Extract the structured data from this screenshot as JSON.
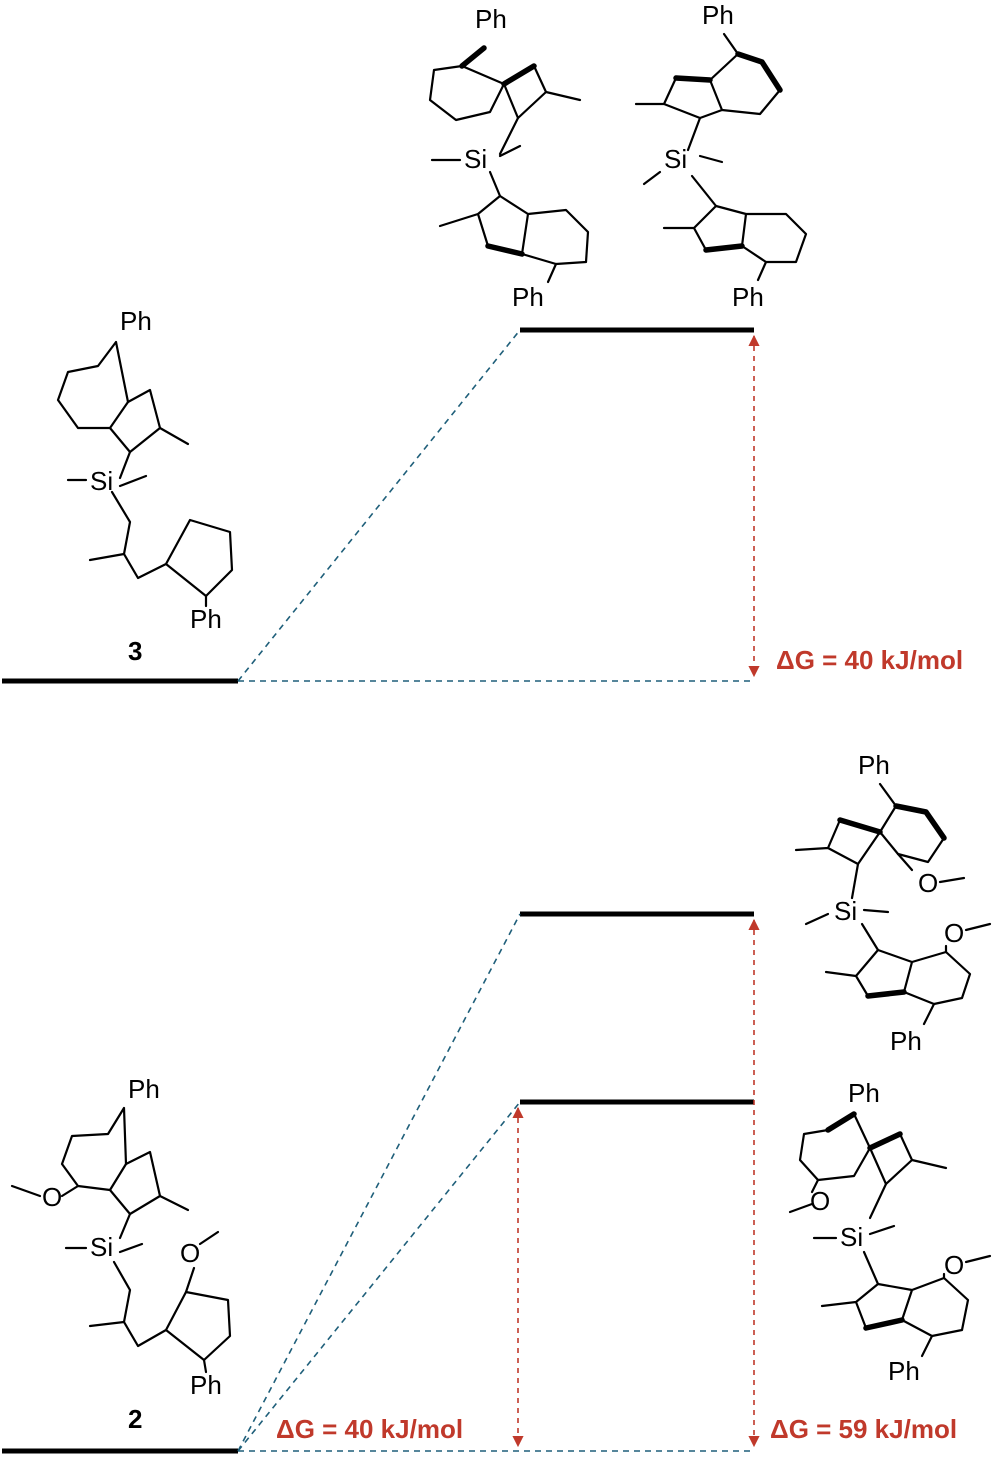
{
  "compounds": {
    "top_ground_label": "3",
    "bottom_ground_label": "2"
  },
  "substituents": {
    "phenyl": "Ph",
    "silicon": "Si",
    "oxygen": "O"
  },
  "energies": {
    "top_delta_g": "ΔG = 40 kJ/mol",
    "bottom_delta_g_lower": "ΔG = 40 kJ/mol",
    "bottom_delta_g_upper": "ΔG = 59 kJ/mol"
  },
  "colors": {
    "level": "#000000",
    "connector_dashed": "#1f5f7a",
    "energy_arrow": "#c0392b"
  }
}
